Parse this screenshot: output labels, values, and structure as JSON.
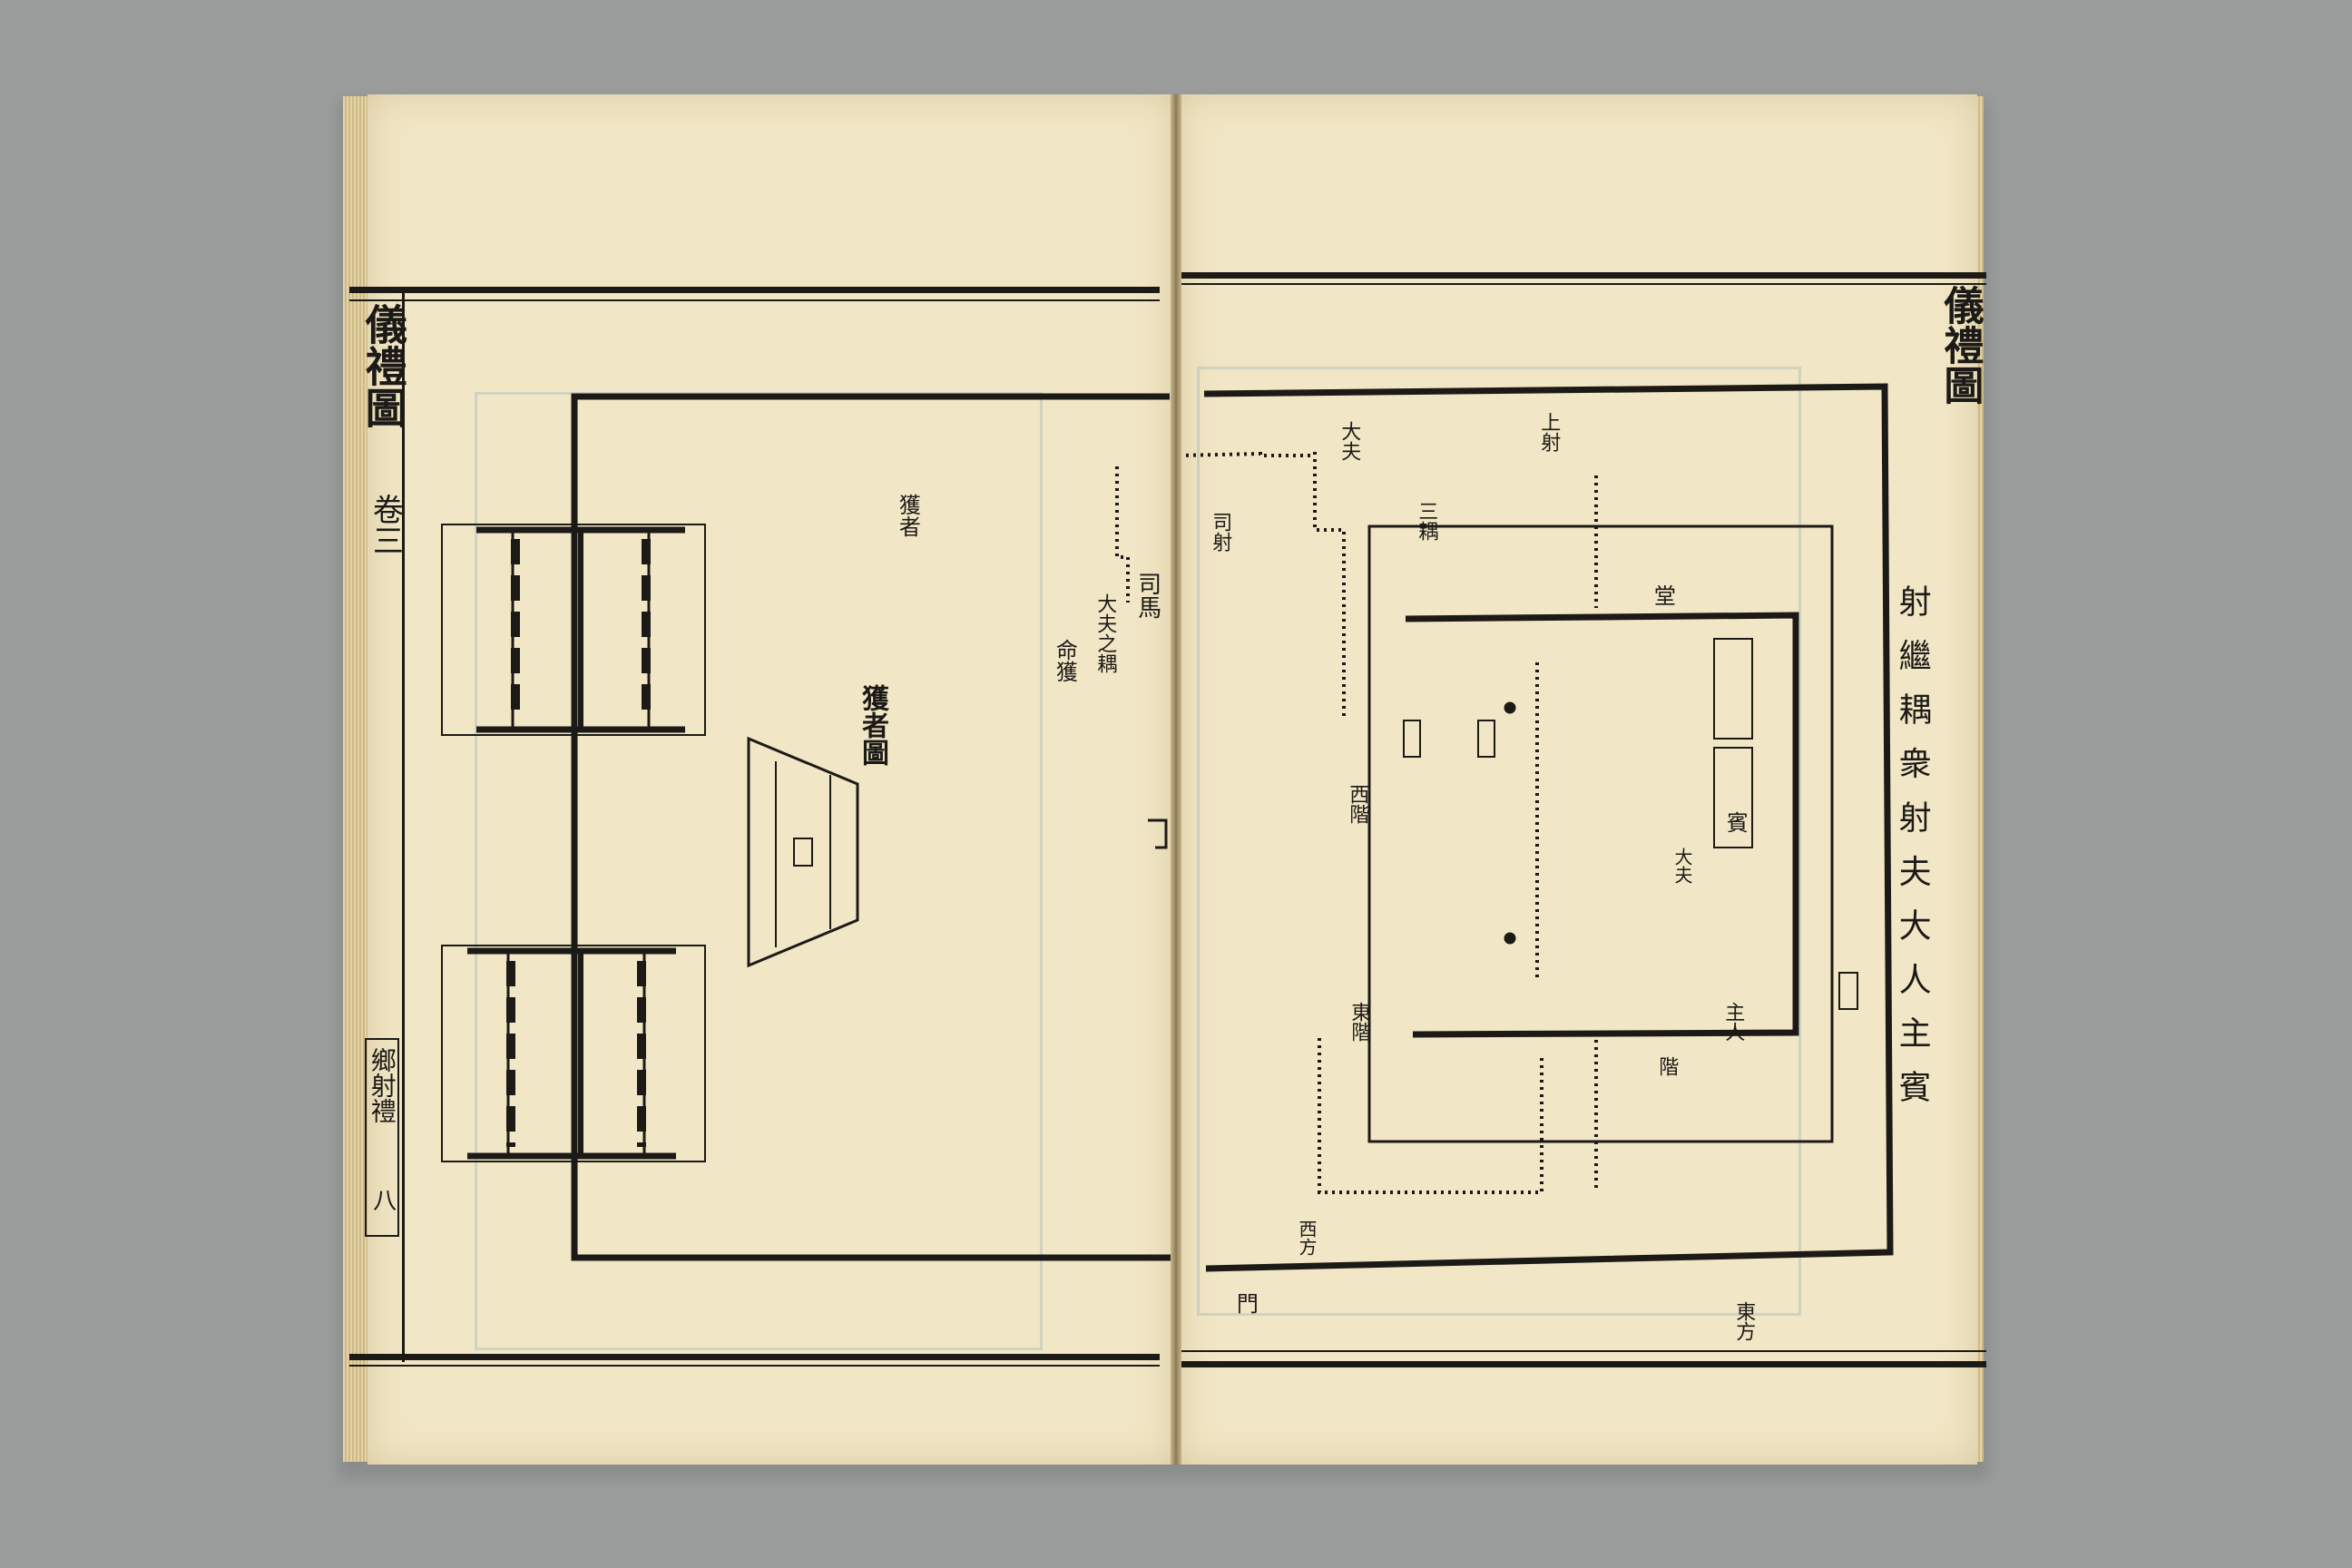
{
  "left_page": {
    "margin_title": "儀禮圖",
    "margin_volume": "卷三",
    "margin_section": "鄉射禮",
    "margin_page_number": "八",
    "diagram_title": "獲者圖",
    "labels": [
      "司馬",
      "大夫之耦",
      "命獲",
      "獲者"
    ]
  },
  "right_page": {
    "margin_title": "儀禮圖",
    "header_line": "射 繼 耦 衆 射 夫 大 人 主 賓",
    "labels_top": [
      "三耦",
      "大夫",
      "上射",
      "司射"
    ],
    "labels_inner": [
      "賓",
      "大夫",
      "主人",
      "堂",
      "階",
      "西階",
      "東階"
    ],
    "labels_bottom": [
      "門",
      "東方",
      "西方"
    ]
  }
}
